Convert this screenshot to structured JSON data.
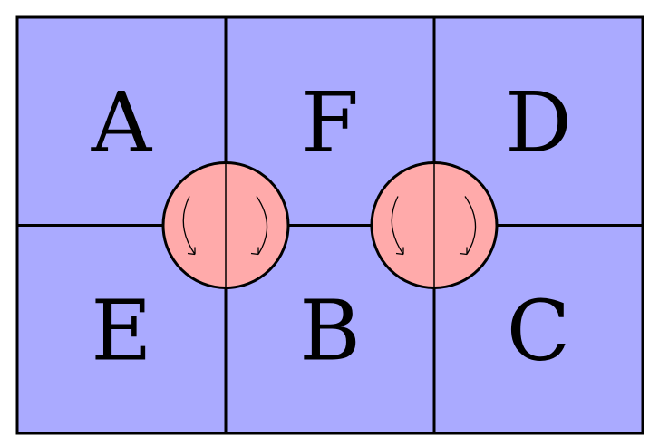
{
  "board": {
    "columns": 3,
    "rows": 2,
    "tiles": [
      {
        "letter": "A"
      },
      {
        "letter": "F"
      },
      {
        "letter": "D"
      },
      {
        "letter": "E"
      },
      {
        "letter": "B"
      },
      {
        "letter": "C"
      }
    ],
    "rotors": [
      {
        "name": "left",
        "between": [
          "A",
          "F",
          "E",
          "B"
        ],
        "rotation": "clockwise"
      },
      {
        "name": "right",
        "between": [
          "F",
          "D",
          "B",
          "C"
        ],
        "rotation": "clockwise"
      }
    ]
  },
  "colors": {
    "tile_fill": "#aaaaff",
    "rotor_fill": "#ffaaaa",
    "border": "#000000"
  }
}
